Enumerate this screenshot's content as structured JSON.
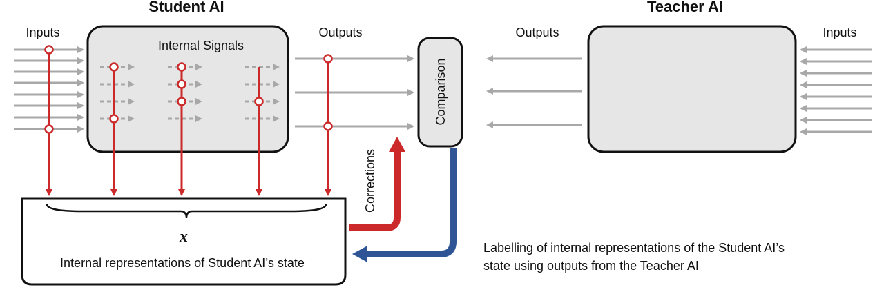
{
  "student": {
    "title": "Student AI",
    "inputs_label": "Inputs",
    "internal_signals_label": "Internal Signals",
    "outputs_label": "Outputs"
  },
  "teacher": {
    "title": "Teacher AI",
    "outputs_label": "Outputs",
    "inputs_label": "Inputs"
  },
  "comparison_label": "Comparison",
  "corrections_label": "Corrections",
  "state_box": {
    "variable": "x",
    "label": "Internal representations of Student AI’s state"
  },
  "caption": {
    "line1": "Labelling of internal representations of the Student AI’s",
    "line2": "state using outputs from the Teacher AI"
  },
  "colors": {
    "red": "#cc2a2a",
    "blue": "#2f5597",
    "gray_arrow": "#a8a8a8",
    "box_fill": "#e6e6e6",
    "stroke": "#111111"
  }
}
